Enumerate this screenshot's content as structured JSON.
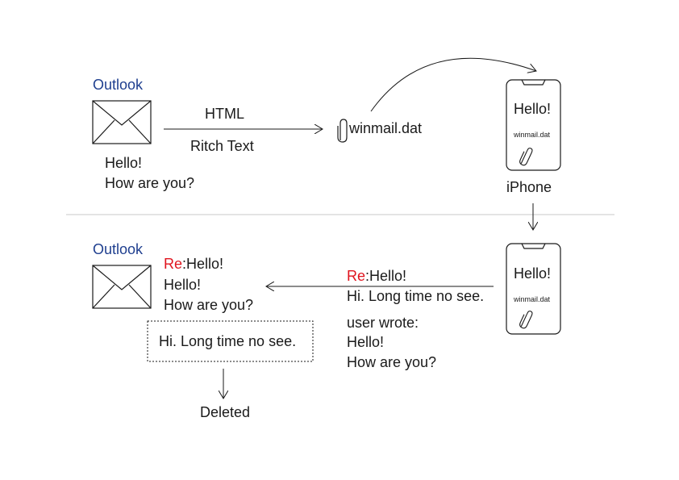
{
  "top": {
    "app_label": "Outlook",
    "message_line1": "Hello!",
    "message_line2": "How are you?",
    "arrow_label_top": "HTML",
    "arrow_label_bottom": "Ritch Text",
    "attachment_name": "winmail.dat",
    "phone_title": "Hello!",
    "phone_attachment": "winmail.dat",
    "phone_label": "iPhone"
  },
  "bottom": {
    "app_label": "Outlook",
    "subject_prefix": "Re",
    "subject_rest": ":Hello!",
    "body_line1": "Hello!",
    "body_line2": "How are you?",
    "removed_text": "Hi. Long time no see.",
    "deleted_label": "Deleted",
    "reply_subject_prefix": "Re",
    "reply_subject_rest": ":Hello!",
    "reply_text": "Hi. Long time no see.",
    "quote_header": "user wrote:",
    "quote_line1": "Hello!",
    "quote_line2": "How are you?",
    "phone_title": "Hello!",
    "phone_attachment": "winmail.dat"
  },
  "colors": {
    "outlook_label": "#1f3f8f",
    "re_prefix": "#e0141e",
    "divider": "#c8c8c8",
    "line": "#1a1a1a"
  },
  "icons": [
    "envelope-icon",
    "paperclip-icon",
    "iphone-icon"
  ]
}
